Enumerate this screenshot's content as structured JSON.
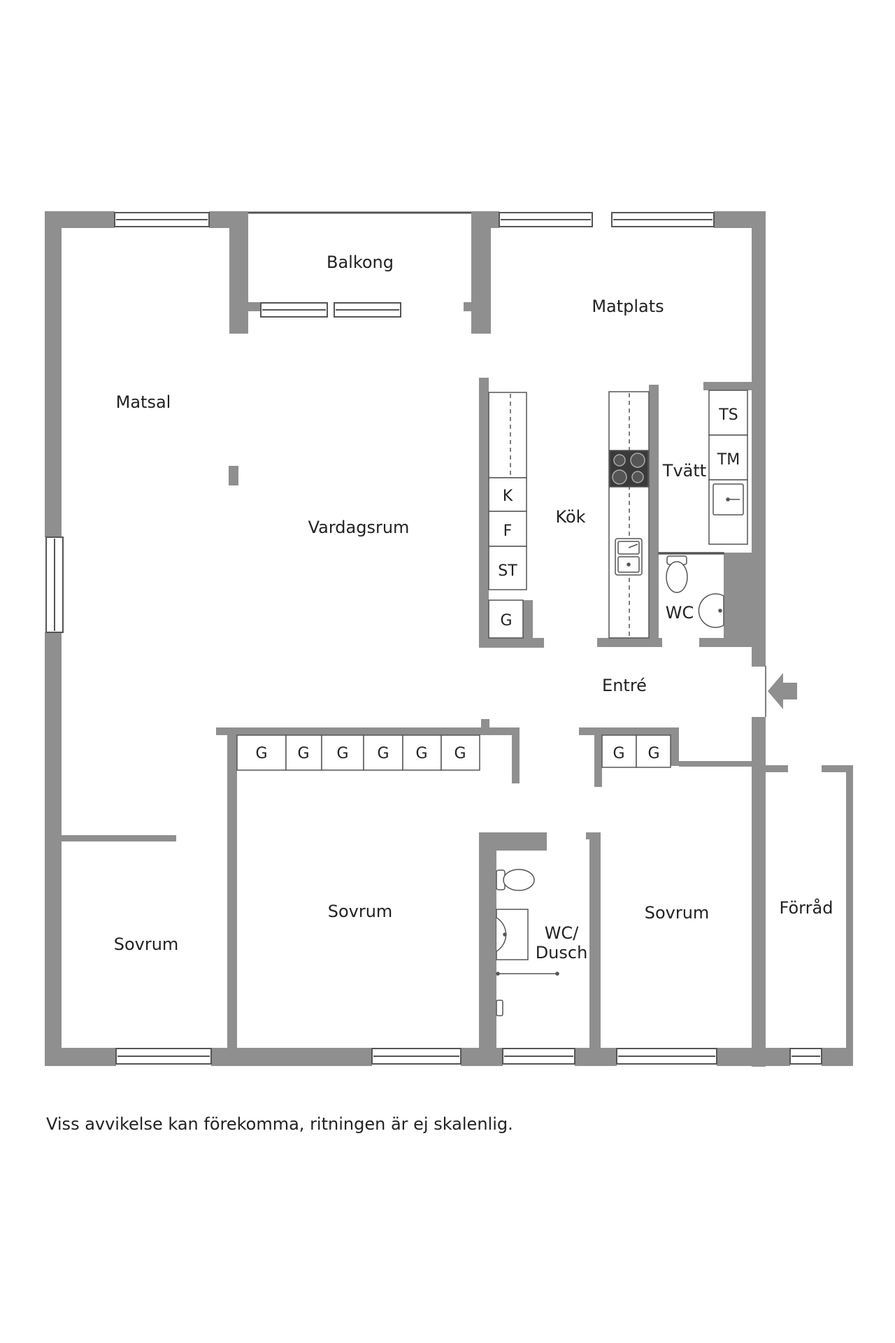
{
  "colors": {
    "wall": "#8f8f8f",
    "line": "#555555",
    "background": "#ffffff"
  },
  "rooms": {
    "balkong": "Balkong",
    "matplats": "Matplats",
    "matsal": "Matsal",
    "vardagsrum": "Vardagsrum",
    "kok": "Kök",
    "tvatt": "Tvätt",
    "wc": "WC",
    "entre": "Entré",
    "sovrum_left": "Sovrum",
    "sovrum_middle": "Sovrum",
    "sovrum_right": "Sovrum",
    "wc_dusch_line1": "WC/",
    "wc_dusch_line2": "Dusch",
    "forrad": "Förråd"
  },
  "fixtures": {
    "ts": "TS",
    "tm": "TM",
    "k": "K",
    "f": "F",
    "st": "ST",
    "kitchen_g": "G",
    "wardrobes_middle": [
      "G",
      "G",
      "G",
      "G",
      "G",
      "G"
    ],
    "wardrobes_right": [
      "G",
      "G"
    ]
  },
  "icons": {
    "entrance": "entrance-arrow-icon"
  },
  "disclaimer": "Viss avvikelse kan förekomma, ritningen är ej skalenlig."
}
